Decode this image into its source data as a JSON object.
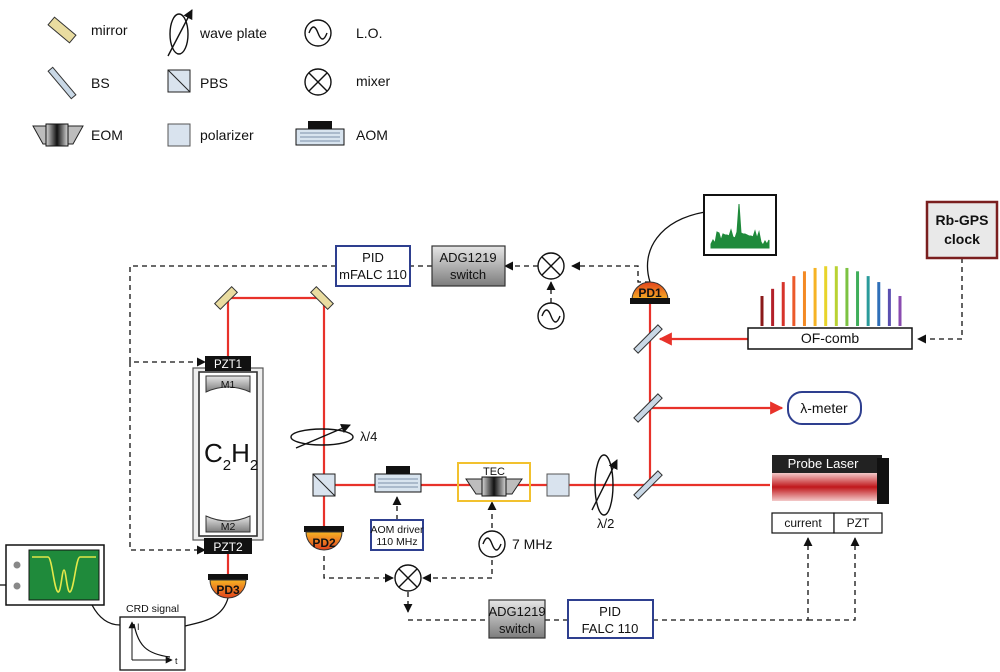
{
  "legend": {
    "mirror": "mirror",
    "bs": "BS",
    "eom": "EOM",
    "wave_plate": "wave plate",
    "pbs": "PBS",
    "polarizer": "polarizer",
    "lo": "L.O.",
    "mixer": "mixer",
    "aom": "AOM"
  },
  "boxes": {
    "pid_top_line1": "PID",
    "pid_top_line2": "mFALC 110",
    "adg_top_line1": "ADG1219",
    "adg_top_line2": "switch",
    "adg_bottom_line1": "ADG1219",
    "adg_bottom_line2": "switch",
    "pid_bottom_line1": "PID",
    "pid_bottom_line2": "FALC 110",
    "rbgps_line1": "Rb-GPS",
    "rbgps_line2": "clock",
    "ofcomb": "OF-comb",
    "lambda_meter": "λ-meter",
    "probe_laser": "Probe Laser",
    "current": "current",
    "pzt": "PZT",
    "aom_driver_line1": "AOM driver",
    "aom_driver_line2": "110 MHz",
    "tec": "TEC",
    "freq_7mhz": "7 MHz",
    "lambda_4": "λ/4",
    "lambda_2": "λ/2",
    "crd_signal": "CRD signal",
    "axis_i": "I",
    "axis_t": "t"
  },
  "cavity": {
    "pzt1": "PZT1",
    "pzt2": "PZT2",
    "m1": "M1",
    "m2": "M2",
    "gas_c": "C",
    "gas_sub1": "2",
    "gas_h": "H",
    "gas_sub2": "2"
  },
  "detectors": {
    "pd1": "PD1",
    "pd2": "PD2",
    "pd3": "PD3"
  },
  "colors": {
    "beam": "#e8322a",
    "pid_border": "#2e3f8f",
    "rbgps_border": "#7a1f1f",
    "tec_border": "#f2c12e",
    "mirror_fill": "#e9dca0",
    "bs_fill": "#c9d8e6",
    "scope_screen": "#1f8a3b"
  },
  "comb_colors": [
    "#8b1a1a",
    "#b3202a",
    "#d6332a",
    "#ec5a2a",
    "#f38a24",
    "#f6b324",
    "#e8d42a",
    "#b9d232",
    "#7cc242",
    "#3fae5a",
    "#2a9b9b",
    "#2e6fb8",
    "#5a4fb0",
    "#8a4bb0"
  ]
}
